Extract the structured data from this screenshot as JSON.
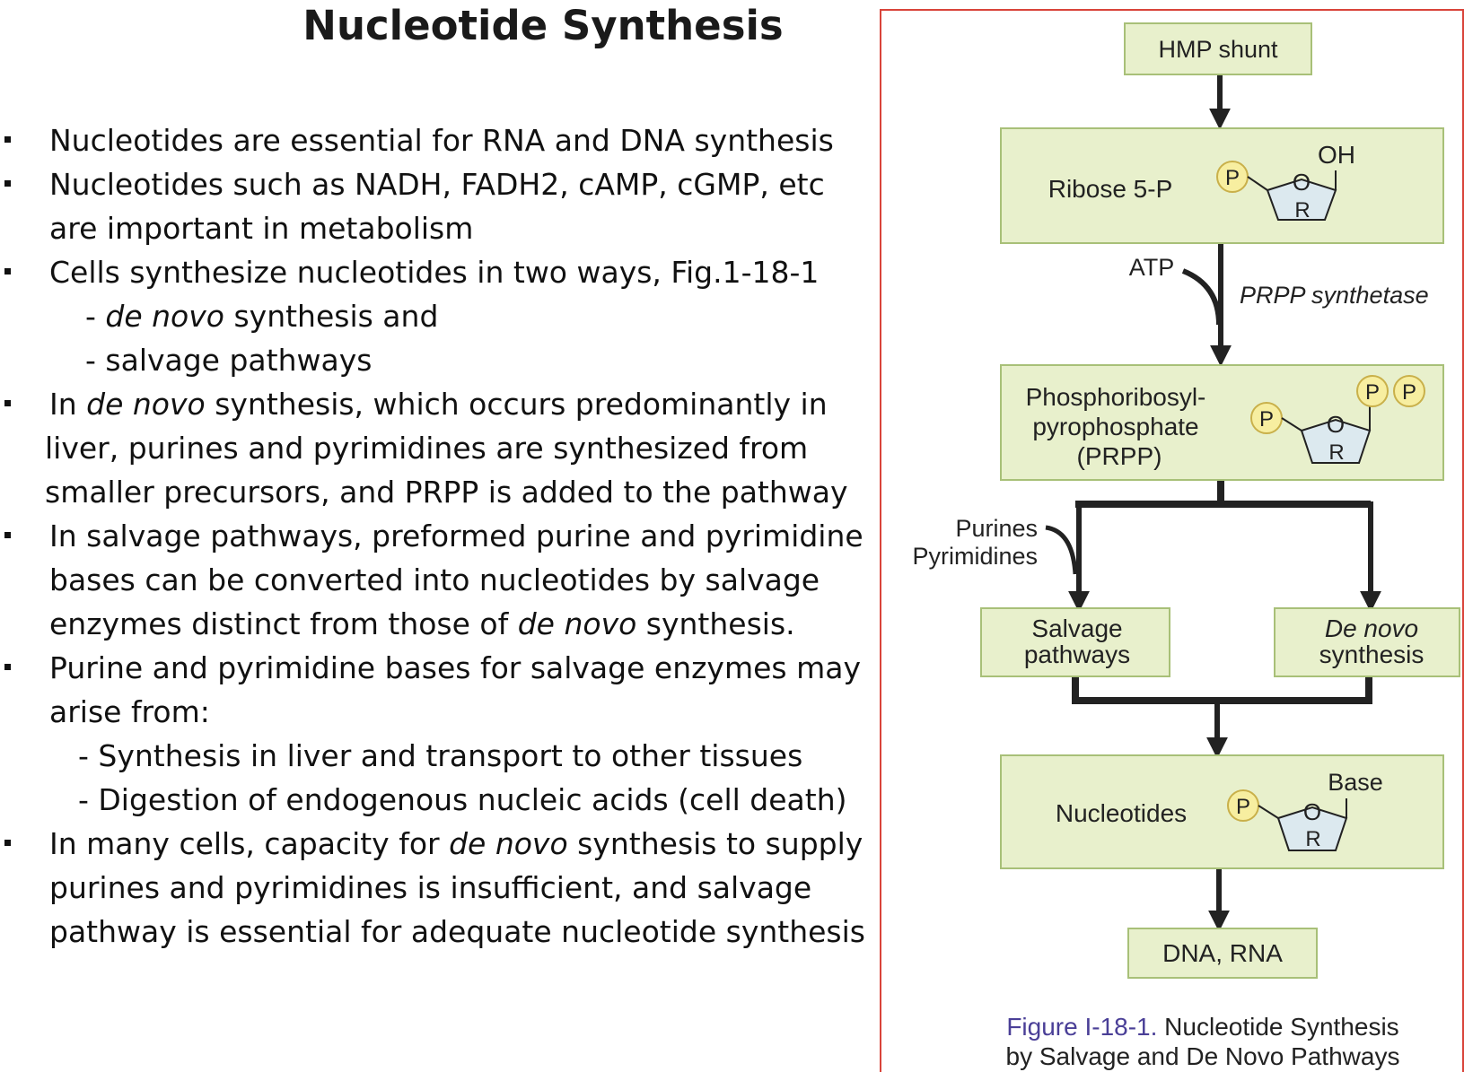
{
  "title": "Nucleotide Synthesis",
  "bullets": [
    {
      "lines": [
        [
          "Nucleotides are essential for RNA and DNA synthesis"
        ]
      ]
    },
    {
      "lines": [
        [
          "Nucleotides such as NADH, FADH2, cAMP, cGMP, etc"
        ],
        [
          "are important in metabolism"
        ]
      ]
    },
    {
      "lines": [
        [
          "Cells synthesize nucleotides in two ways, Fig.1-18-1"
        ],
        [
          "- ",
          {
            "i": "de novo"
          },
          " synthesis and"
        ],
        [
          "- salvage pathways"
        ]
      ]
    },
    {
      "lines": [
        [
          "In ",
          {
            "i": "de novo"
          },
          " synthesis, which occurs predominantly in"
        ],
        [
          "liver, purines and pyrimidines are synthesized from"
        ],
        [
          "smaller precursors, and PRPP is added to the pathway"
        ]
      ]
    },
    {
      "lines": [
        [
          "In salvage pathways, preformed purine and pyrimidine"
        ],
        [
          "bases can be converted into nucleotides by salvage"
        ],
        [
          "enzymes distinct from those of ",
          {
            "i": "de novo"
          },
          " synthesis."
        ]
      ]
    },
    {
      "lines": [
        [
          "Purine and pyrimidine bases for salvage enzymes may"
        ],
        [
          "arise from:"
        ],
        [
          "- Synthesis in liver and transport to other tissues"
        ],
        [
          "- Digestion of endogenous nucleic acids (cell death)"
        ]
      ]
    },
    {
      "lines": [
        [
          "In many cells, capacity for ",
          {
            "i": "de novo"
          },
          " synthesis to supply"
        ],
        [
          "purines and pyrimidines is insufficient, and salvage"
        ],
        [
          "pathway is essential for adequate nucleotide synthesis"
        ]
      ]
    }
  ],
  "diagram": {
    "hmp_shunt": "HMP shunt",
    "ribose": "Ribose 5-P",
    "oh": "OH",
    "atp": "ATP",
    "enzyme": "PRPP synthetase",
    "prpp_line1": "Phosphoribosyl-",
    "prpp_line2": "pyrophosphate",
    "prpp_line3": "(PRPP)",
    "purines": "Purines",
    "pyrimidines": "Pyrimidines",
    "salvage_line1": "Salvage",
    "salvage_line2": "pathways",
    "denovo_line1": "De novo",
    "denovo_line2": "synthesis",
    "nucleotides": "Nucleotides",
    "base": "Base",
    "dna_rna": "DNA, RNA",
    "p": "P",
    "o": "O",
    "r": "R",
    "box_color": "#e8f0cc",
    "box_border": "#a8c078",
    "ring_color": "#dce9ef",
    "p_circle": "#f7eea0"
  },
  "caption": {
    "label": "Figure I-18-1.",
    "text1": " Nucleotide Synthesis",
    "text2": "by Salvage and De Novo Pathways"
  }
}
